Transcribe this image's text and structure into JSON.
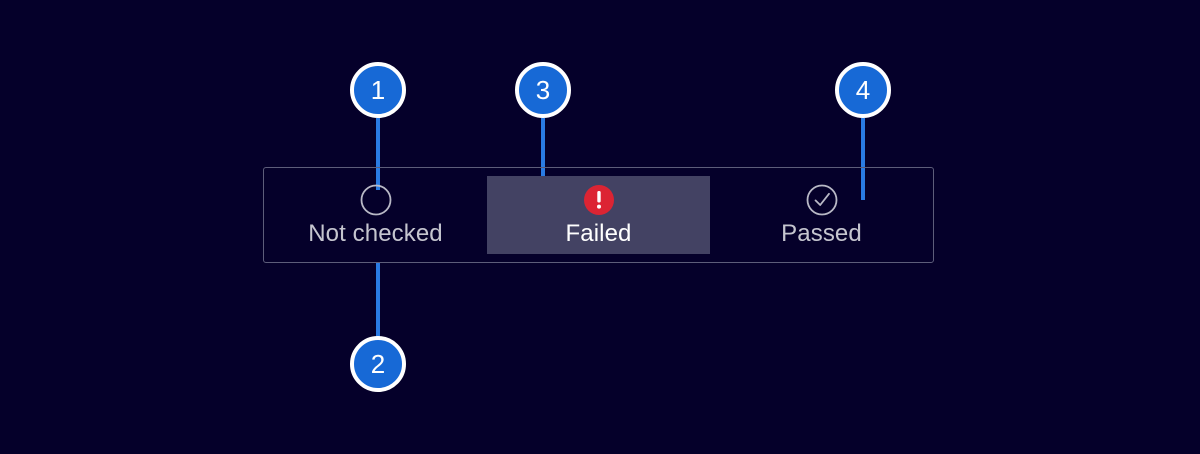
{
  "colors": {
    "background": "#05002a",
    "container_border": "#5d5d7a",
    "selected_segment_fill": "#434263",
    "label_muted": "#c5c5cf",
    "label_selected": "#ffffff",
    "error_red": "#dc2433",
    "callout_blue": "#1769d6",
    "callout_ring": "#ffffff",
    "leader_line": "#2a7be4"
  },
  "segmented_control": {
    "name": "check-status-segmented-control",
    "segments": [
      {
        "id": "not-checked",
        "label": "Not checked",
        "icon": "empty-circle-icon",
        "selected": false
      },
      {
        "id": "failed",
        "label": "Failed",
        "icon": "error-exclamation-icon",
        "selected": true
      },
      {
        "id": "passed",
        "label": "Passed",
        "icon": "check-circle-icon",
        "selected": false
      }
    ]
  },
  "callouts": [
    {
      "number": "1",
      "target": "not-checked-icon",
      "direction": "down"
    },
    {
      "number": "2",
      "target": "not-checked-label",
      "direction": "up"
    },
    {
      "number": "3",
      "target": "failed-segment",
      "direction": "down"
    },
    {
      "number": "4",
      "target": "passed-segment",
      "direction": "down"
    }
  ]
}
